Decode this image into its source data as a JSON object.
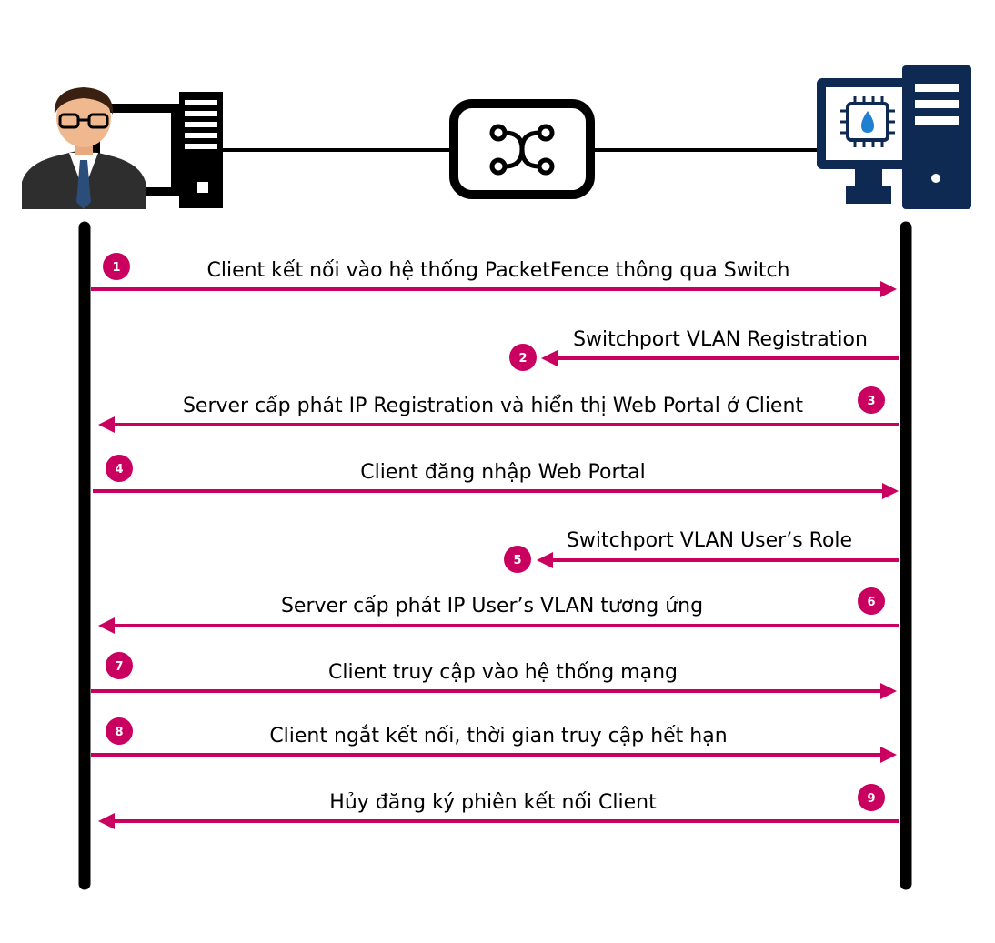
{
  "colors": {
    "arrow": "#c9005f",
    "lifeline": "#000000",
    "server_navy": "#0f2a52",
    "droplet": "#1f7fd0",
    "switch_outline": "#000000"
  },
  "actors": [
    {
      "id": "client",
      "icon": "user-at-computer-icon"
    },
    {
      "id": "switch",
      "icon": "network-switch-icon"
    },
    {
      "id": "server",
      "icon": "server-computer-icon"
    }
  ],
  "messages": [
    {
      "n": "1",
      "direction": "right",
      "label": "Client kết nối vào hệ thống PacketFence thông qua Switch"
    },
    {
      "n": "2",
      "direction": "left-short",
      "label": "Switchport VLAN Registration"
    },
    {
      "n": "3",
      "direction": "left",
      "label": "Server cấp phát IP Registration và hiển thị Web Portal ở Client"
    },
    {
      "n": "4",
      "direction": "right",
      "label": "Client đăng nhập Web Portal"
    },
    {
      "n": "5",
      "direction": "left-short",
      "label": "Switchport VLAN User’s Role"
    },
    {
      "n": "6",
      "direction": "left",
      "label": "Server cấp phát IP User’s VLAN tương ứng"
    },
    {
      "n": "7",
      "direction": "right",
      "label": "Client truy cập vào hệ thống mạng"
    },
    {
      "n": "8",
      "direction": "right",
      "label": "Client ngắt kết nối, thời gian truy cập hết hạn"
    },
    {
      "n": "9",
      "direction": "left",
      "label": "Hủy đăng ký phiên kết nối Client"
    }
  ]
}
